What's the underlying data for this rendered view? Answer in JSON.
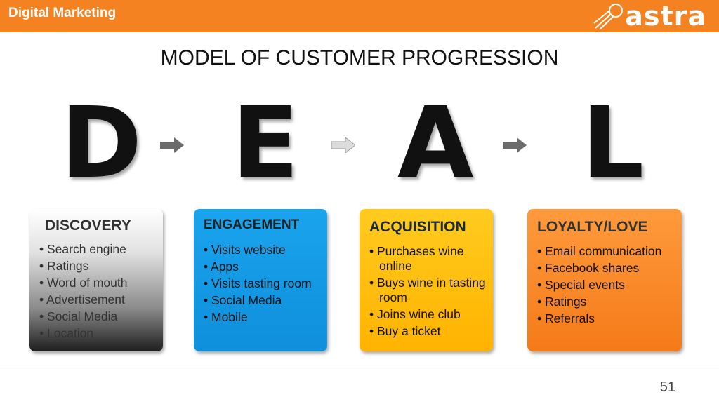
{
  "header": {
    "tag": "Digital Marketing",
    "logo_text": "astra",
    "logo_icon": "rocket-icon"
  },
  "title": "MODEL OF CUSTOMER PROGRESSION",
  "letters": [
    "D",
    "E",
    "A",
    "L"
  ],
  "cards": [
    {
      "heading": "DISCOVERY",
      "items": [
        "Search engine",
        "Ratings",
        "Word of mouth",
        "Advertisement",
        " Social Media",
        "Location"
      ]
    },
    {
      "heading": "ENGAGEMENT",
      "items": [
        "Visits website",
        "Apps",
        "Visits tasting room",
        "Social Media",
        "Mobile"
      ]
    },
    {
      "heading": "ACQUISITION",
      "items": [
        "Purchases wine online",
        "Buys wine in tasting room",
        "Joins wine club",
        "Buy a ticket"
      ]
    },
    {
      "heading": "LOYALTY/LOVE",
      "items": [
        "Email communication",
        "Facebook shares",
        "Special events",
        " Ratings",
        "Referrals"
      ]
    }
  ],
  "page_number": "51",
  "colors": {
    "brand_orange": "#f58220",
    "engagement_blue": "#1aa4ee",
    "acquisition_yellow": "#ffc000",
    "loyalty_orange": "#f7852a"
  }
}
